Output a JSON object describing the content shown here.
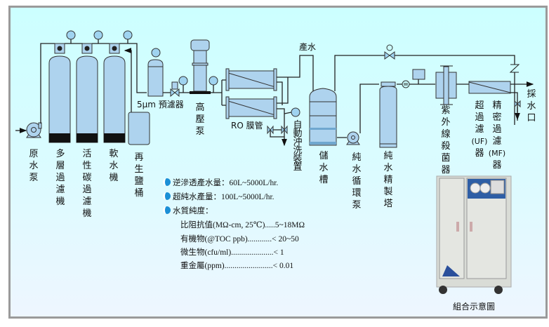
{
  "labels": {
    "raw_pump": [
      "原",
      "水",
      "泵"
    ],
    "multimedia_filter": [
      "多",
      "層",
      "過",
      "濾",
      "機"
    ],
    "carbon_filter": [
      "活",
      "性",
      "碳",
      "過",
      "濾",
      "機"
    ],
    "softener": [
      "軟",
      "水",
      "機"
    ],
    "brine_tank": [
      "再",
      "生",
      "鹽",
      "桶"
    ],
    "high_pressure_pump": [
      "高",
      "壓",
      "泵"
    ],
    "auto_flush": [
      "自",
      "動",
      "沖",
      "洗",
      "裝",
      "置"
    ],
    "storage_tank": [
      "儲",
      "水",
      "槽"
    ],
    "circulation_pump": [
      "純",
      "水",
      "循",
      "環",
      "泵"
    ],
    "polishing_tower": [
      "純",
      "水",
      "精",
      "製",
      "塔"
    ],
    "uv_sterilizer": [
      "紫",
      "外",
      "線",
      "殺",
      "菌",
      "器"
    ],
    "uf_filter": [
      "超",
      "過",
      "濾",
      "(UF)",
      "器"
    ],
    "mf_filter": [
      "精",
      "密",
      "過",
      "濾",
      "(MF)",
      "器"
    ],
    "outlet": [
      "採",
      "水",
      "口"
    ],
    "prefilter": "5μm 預濾器",
    "ro_membrane": "RO 膜管",
    "product_water": "產水",
    "photo_caption": "組合示意圖"
  },
  "specs": {
    "ro_output": "逆滲透產水量：60L~5000L/hr.",
    "ultrapure_output": "超純水產量：100L~5000L/hr.",
    "purity_title": "水質純度：",
    "items": [
      "比阻抗值(MΩ-cm, 25℃).....5~18MΩ",
      "有機物(@TOC ppb)............< 20~50",
      "微生物(cfu/ml).....................< 1",
      "重金屬(ppm)........................< 0.01"
    ]
  },
  "colors": {
    "tank": "#aed3ee",
    "background": "#ccffff",
    "bullet": "#1b8fd6"
  }
}
